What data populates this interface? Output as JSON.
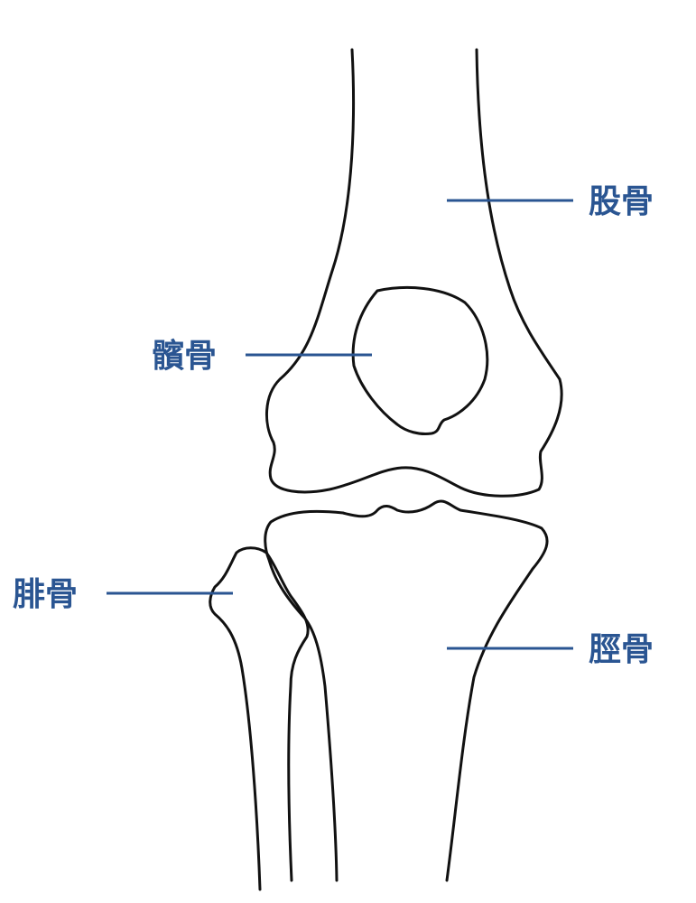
{
  "diagram": {
    "labels": {
      "femur": "股骨",
      "patella": "髕骨",
      "fibula": "腓骨",
      "tibia": "脛骨"
    },
    "label_color": "#2a5592",
    "outline_color": "#111111"
  }
}
